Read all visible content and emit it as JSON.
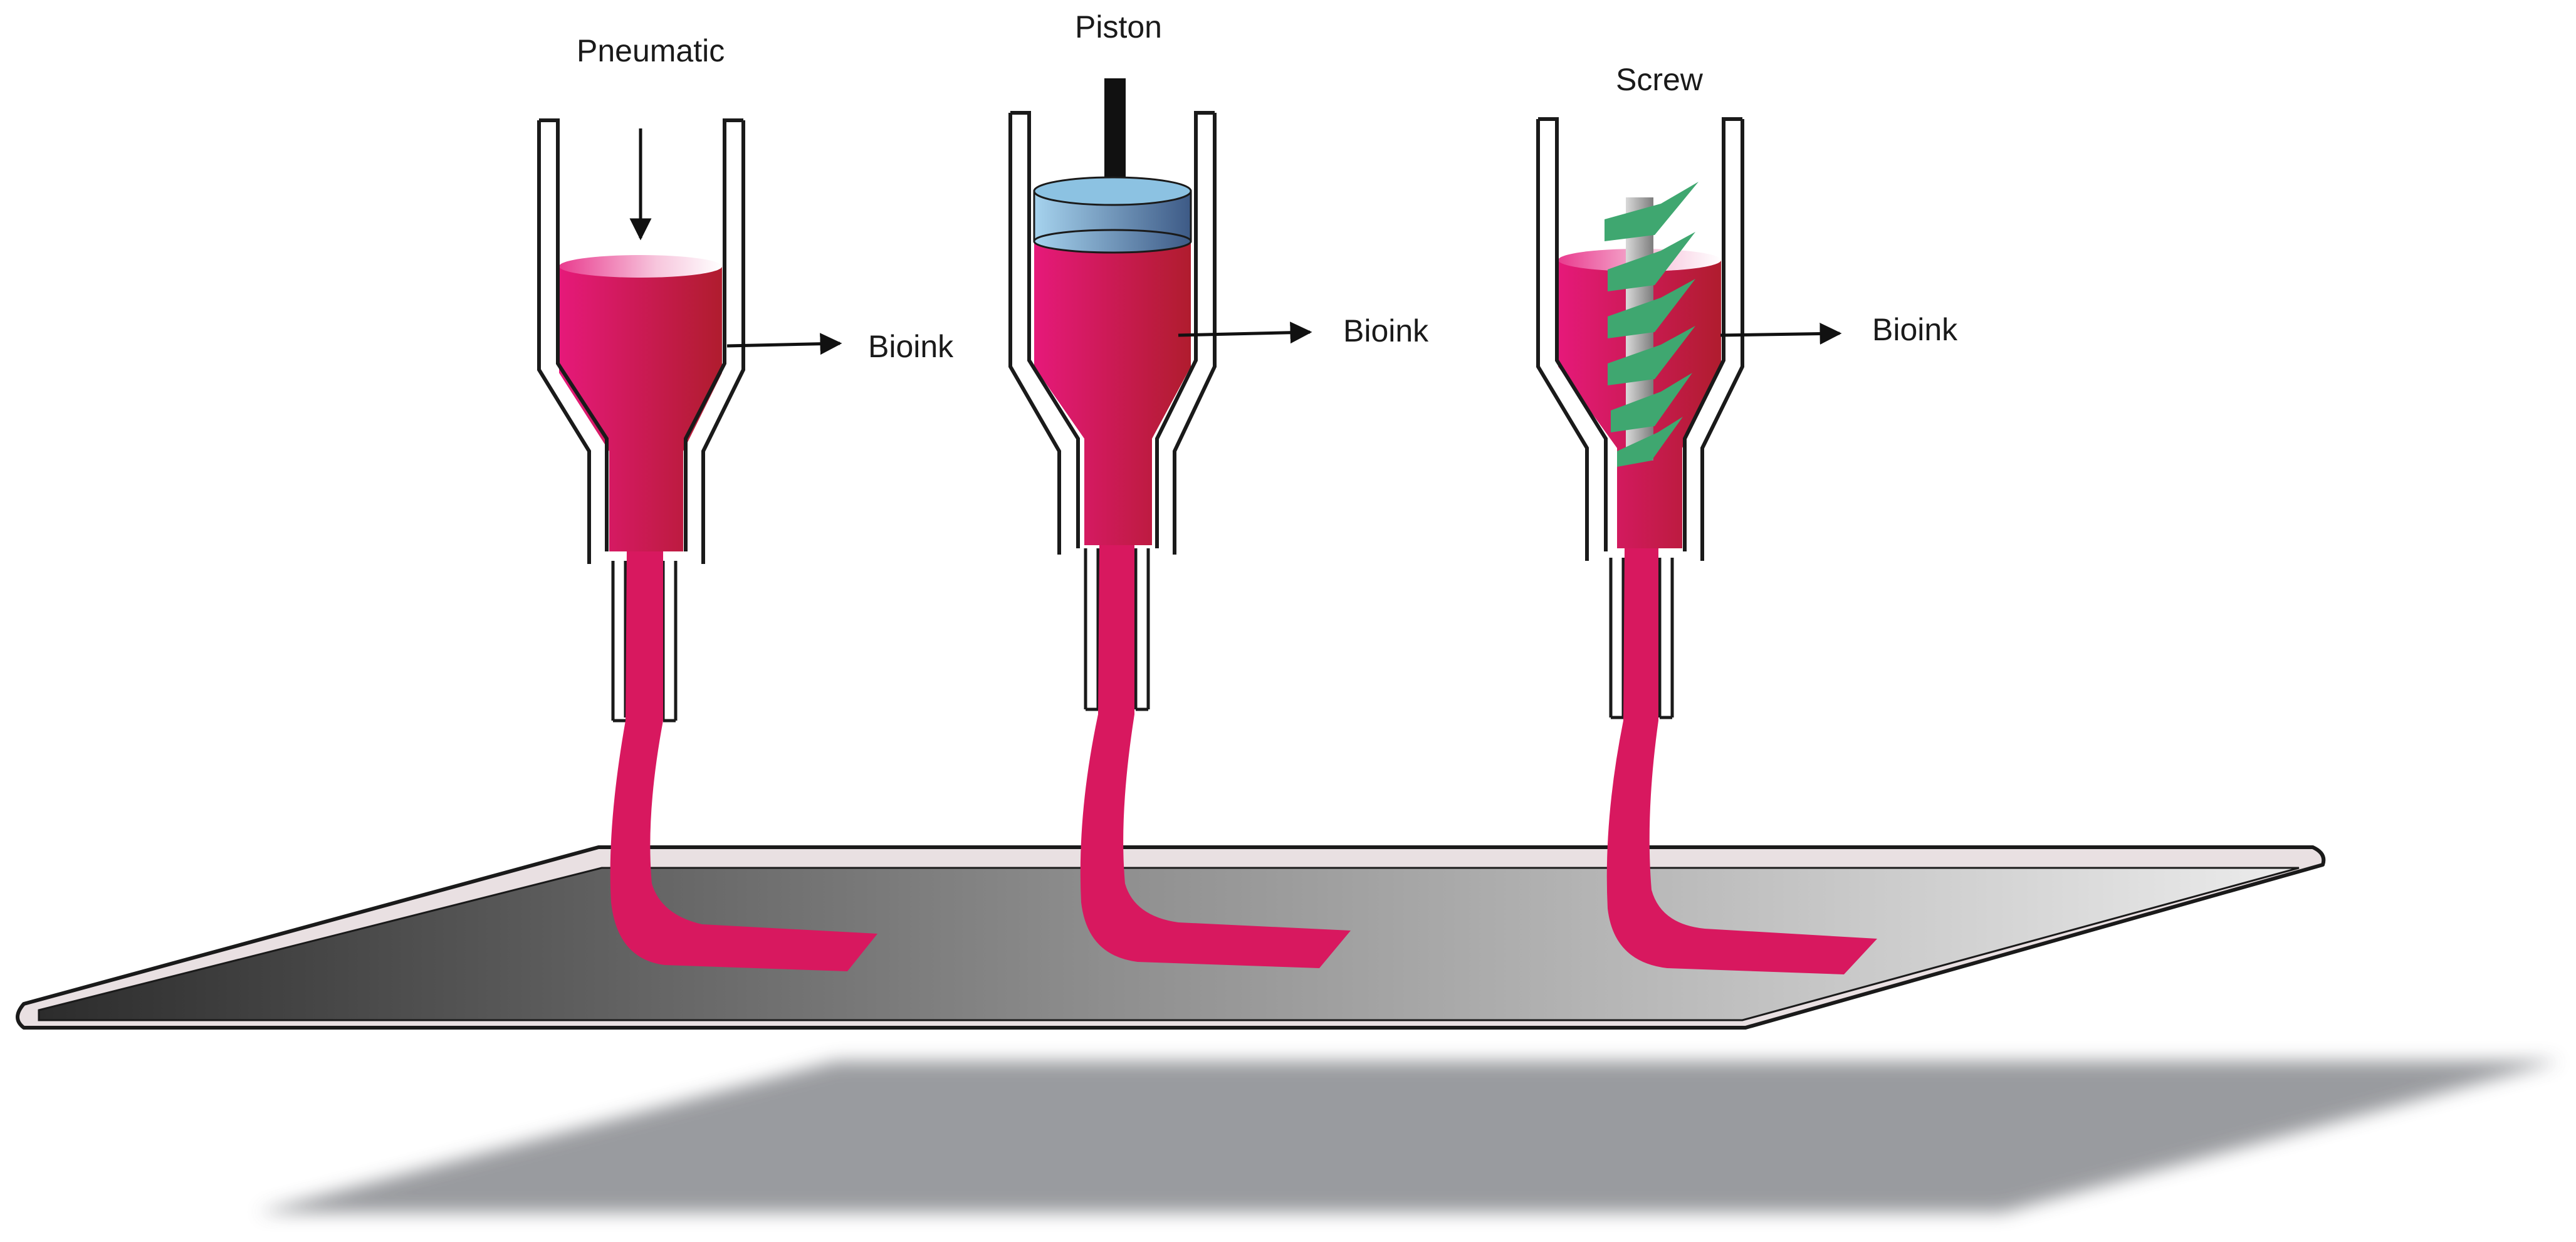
{
  "labels": {
    "pneumatic": "Pneumatic",
    "piston": "Piston",
    "screw": "Screw",
    "bioink": "Bioink"
  },
  "colors": {
    "ink_light": "#e6197a",
    "ink_dark": "#b01c2e",
    "strand": "#d8185f",
    "piston_light": "#a6d3ee",
    "piston_dark": "#3d5a86",
    "screw_blade": "#3fa770",
    "plate_dark": "#2c2c2c",
    "plate_light": "#ececec",
    "shadow": "#8f9195"
  }
}
